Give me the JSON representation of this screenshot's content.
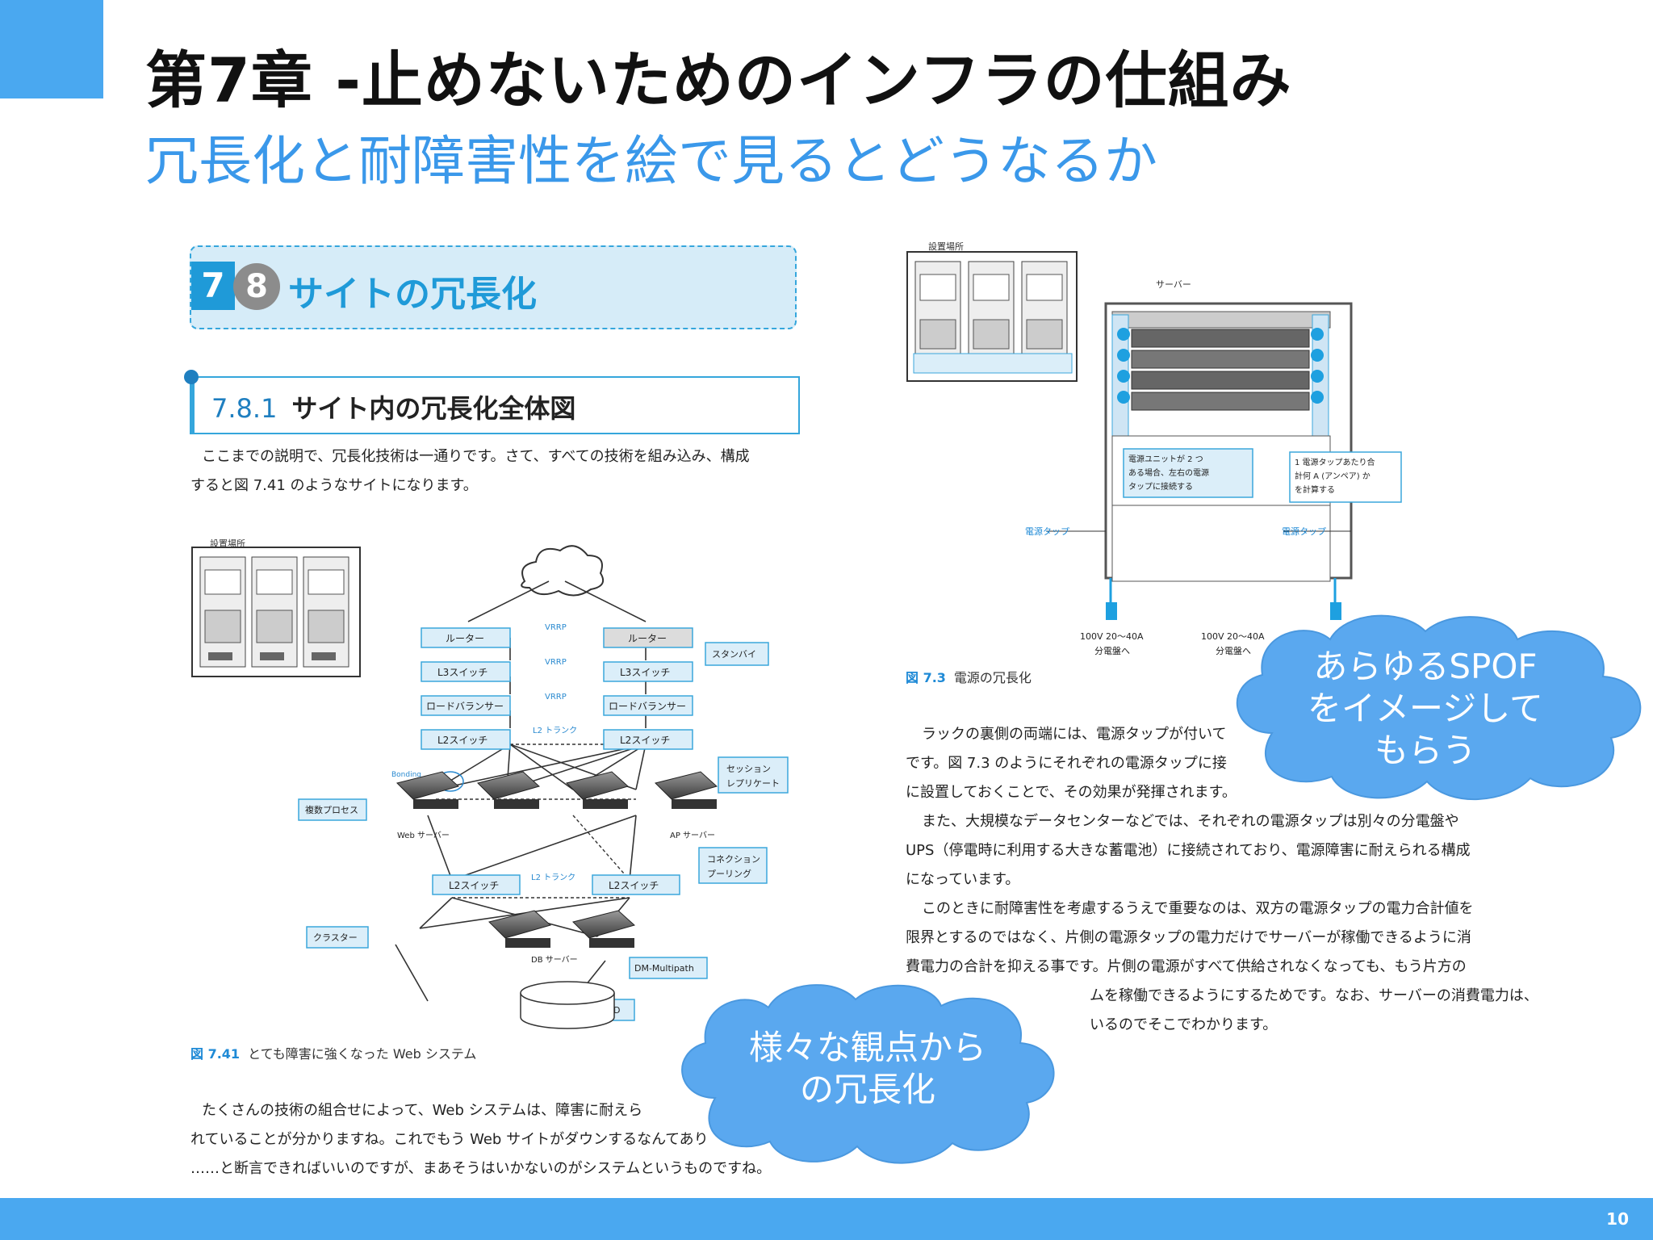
{
  "slide": {
    "title": "第7章 -止めないためのインフラの仕組み",
    "subtitle": "冗長化と耐障害性を絵で見るとどうなるか",
    "page_number": "10"
  },
  "left_page": {
    "section_num": "7",
    "section_circle": "8",
    "section_title": "サイトの冗長化",
    "subsection_num": "7.8.1",
    "subsection_title": "サイト内の冗長化全体図",
    "intro_line1": "ここまでの説明で、冗長化技術は一通りです。さて、すべての技術を組み込み、構成",
    "intro_line2": "すると図 7.41 のようなサイトになります。",
    "diagram": {
      "building_label": "設置場所",
      "router": "ルーター",
      "router_standby": "ルーター",
      "vrrp": "VRRP",
      "standby": "スタンバイ",
      "l3_switch": "L3スイッチ",
      "lb": "ロードバランサー",
      "l2_switch": "L2スイッチ",
      "l2_trunk": "L2 トランク",
      "bonding": "Bonding",
      "multi_process": "複数プロセス",
      "session_repl_1": "セッション",
      "session_repl_2": "レプリケート",
      "web_server": "Web サーバー",
      "ap_server": "AP サーバー",
      "conn_pool_1": "コネクション",
      "conn_pool_2": "プーリング",
      "cluster": "クラスター",
      "db_server": "DB サーバー",
      "dm_multipath": "DM-Multipath",
      "raid": "RAID"
    },
    "fig_num": "図 7.41",
    "fig_caption": "とても障害に強くなった Web システム",
    "bottom_line1": "たくさんの技術の組合せによって、Web システムは、障害に耐えら",
    "bottom_line2": "れていることが分かりますね。これでもう Web サイトがダウンするなんてあり",
    "bottom_line3": "……と断言できればいいのですが、まあそうはいかないのがシステムというものですね。"
  },
  "right_page": {
    "diagram": {
      "building_label": "設置場所",
      "server_label": "サーバー",
      "note_left_1": "電源ユニットが 2 つ",
      "note_left_2": "ある場合、左右の電源",
      "note_left_3": "タップに接続する",
      "note_right_1": "1 電源タップあたり合",
      "note_right_2": "計何 A (アンペア) か",
      "note_right_3": "を計算する",
      "tap_left": "電源タップ",
      "tap_right": "電源タップ",
      "power_left_1": "100V 20～40A",
      "power_left_2": "分電盤へ",
      "power_right_1": "100V 20～40A",
      "power_right_2": "分電盤へ"
    },
    "fig_num": "図 7.3",
    "fig_caption": "電源の冗長化",
    "lines": [
      "ラックの裏側の両端には、電源タップが付いて",
      "です。図 7.3 のようにそれぞれの電源タップに接",
      "に設置しておくことで、その効果が発揮されます。",
      "また、大規模なデータセンターなどでは、それぞれの電源タップは別々の分電盤や",
      "UPS（停電時に利用する大きな蓄電池）に接続されており、電源障害に耐えられる構成",
      "になっています。",
      "このときに耐障害性を考慮するうえで重要なのは、双方の電源タップの電力合計値を",
      "限界とするのではなく、片側の電源タップの電力だけでサーバーが稼働できるように消",
      "費電力の合計を抑える事です。片側の電源がすべて供給されなくなっても、もう片方の",
      "ムを稼働できるようにするためです。なお、サーバーの消費電力は、",
      "いるのでそこでわかります。"
    ]
  },
  "callouts": {
    "cloud1_line1": "あらゆるSPOF",
    "cloud1_line2": "をイメージして",
    "cloud1_line3": "もらう",
    "cloud2_line1": "様々な観点から",
    "cloud2_line2": "の冗長化"
  },
  "colors": {
    "accent": "#4aa8f0",
    "subtitle": "#3a98ea",
    "cloud": "#5aa8ef",
    "box_fill": "#dbeef9",
    "box_stroke": "#3ba7dc"
  }
}
